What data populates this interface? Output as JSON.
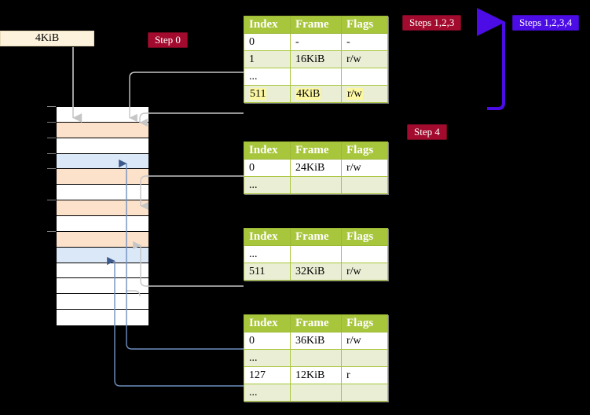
{
  "diagram": {
    "title_label": "4KiB",
    "badges": {
      "step0": "Step 0",
      "step4": "Step 4",
      "steps123": "Steps 1,2,3",
      "steps1234": "Steps 1,2,3,4"
    },
    "colors": {
      "badge_red": "#a30b2e",
      "badge_purple": "#4b0ce6",
      "table_header": "#a8c63c",
      "table_alt_row": "#e9eed4",
      "highlight": "#fbf7a3",
      "memory_orange": "#fde2cb",
      "memory_blue": "#dbe8f7",
      "label_box": "#fdf3dc",
      "grey_connector": "#b3b3b3",
      "blue_connector": "#6f90bf"
    },
    "memory_column": {
      "name": "physical-memory-column",
      "rows": [
        {
          "fill": "white"
        },
        {
          "fill": "orange"
        },
        {
          "fill": "white"
        },
        {
          "fill": "blue"
        },
        {
          "fill": "orange"
        },
        {
          "fill": "white"
        },
        {
          "fill": "orange"
        },
        {
          "fill": "white"
        },
        {
          "fill": "orange"
        },
        {
          "fill": "blue"
        },
        {
          "fill": "white"
        },
        {
          "fill": "white"
        },
        {
          "fill": "white"
        },
        {
          "fill": "white"
        }
      ]
    },
    "tables": [
      {
        "name": "page-table-level-0",
        "headers": [
          "Index",
          "Frame",
          "Flags"
        ],
        "rows": [
          {
            "cells": [
              "0",
              "-",
              "-"
            ],
            "alt": false,
            "highlight": false
          },
          {
            "cells": [
              "1",
              "16KiB",
              "r/w"
            ],
            "alt": true,
            "highlight": false
          },
          {
            "cells": [
              "...",
              "",
              ""
            ],
            "alt": false,
            "highlight": false
          },
          {
            "cells": [
              "511",
              "4KiB",
              "r/w"
            ],
            "alt": true,
            "highlight": true
          }
        ]
      },
      {
        "name": "page-table-level-1",
        "headers": [
          "Index",
          "Frame",
          "Flags"
        ],
        "rows": [
          {
            "cells": [
              "0",
              "24KiB",
              "r/w"
            ],
            "alt": false,
            "highlight": false
          },
          {
            "cells": [
              "...",
              "",
              ""
            ],
            "alt": true,
            "highlight": false
          }
        ]
      },
      {
        "name": "page-table-level-2",
        "headers": [
          "Index",
          "Frame",
          "Flags"
        ],
        "rows": [
          {
            "cells": [
              "...",
              "",
              ""
            ],
            "alt": false,
            "highlight": false
          },
          {
            "cells": [
              "511",
              "32KiB",
              "r/w"
            ],
            "alt": true,
            "highlight": false
          }
        ]
      },
      {
        "name": "page-table-level-3",
        "headers": [
          "Index",
          "Frame",
          "Flags"
        ],
        "rows": [
          {
            "cells": [
              "0",
              "36KiB",
              "r/w"
            ],
            "alt": false,
            "highlight": false
          },
          {
            "cells": [
              "...",
              "",
              ""
            ],
            "alt": true,
            "highlight": false
          },
          {
            "cells": [
              "127",
              "12KiB",
              "r"
            ],
            "alt": false,
            "highlight": false
          },
          {
            "cells": [
              "...",
              "",
              ""
            ],
            "alt": true,
            "highlight": false
          }
        ]
      }
    ]
  }
}
